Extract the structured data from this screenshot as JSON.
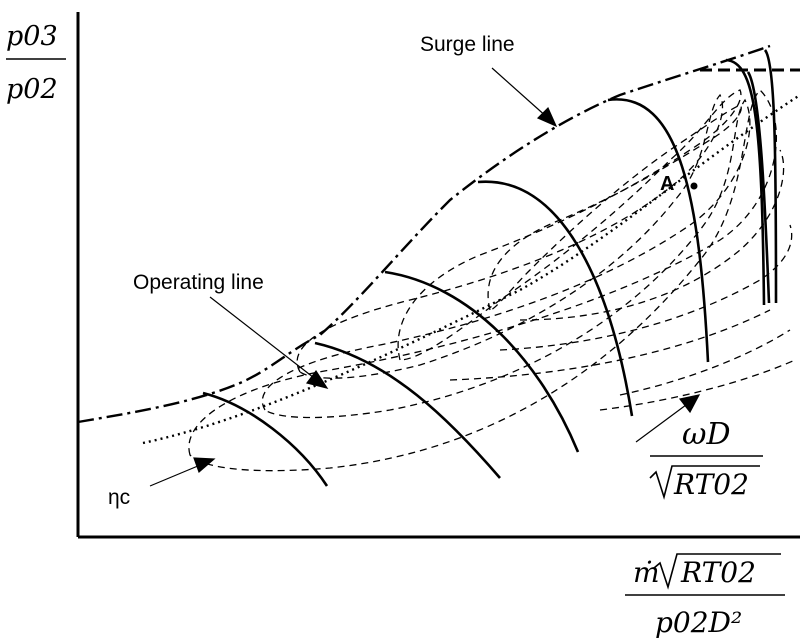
{
  "y_axis_label": {
    "numerator": "p03",
    "denominator": "p02"
  },
  "x_axis_label": {
    "numerator_m": "ṁ",
    "numerator_rt": "RT02",
    "denominator": "p02D²"
  },
  "speed_label": {
    "numerator": "ωD",
    "denominator": "RT02"
  },
  "annotations": {
    "surge": "Surge line",
    "operating": "Operating line",
    "point_a": "A",
    "efficiency": "ηc"
  },
  "colors": {
    "ink": "#000000",
    "background": "#ffffff"
  }
}
